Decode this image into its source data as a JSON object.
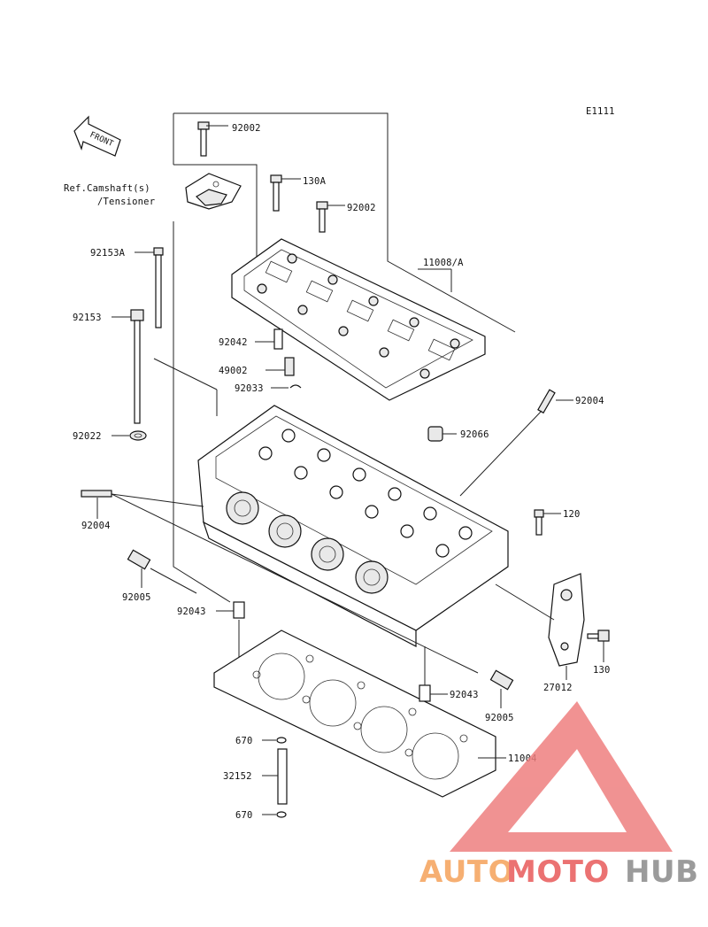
{
  "figure_code": "E1111",
  "front_label": "FRONT",
  "ref_note": {
    "line1": "Ref.Camshaft(s)",
    "line2": "/Tensioner"
  },
  "parts": {
    "p92002_top": "92002",
    "p130A": "130A",
    "p92002_right": "92002",
    "p11008A": "11008/A",
    "p92153A": "92153A",
    "p92153": "92153",
    "p92042": "92042",
    "p49002": "49002",
    "p92033": "92033",
    "p92004_right": "92004",
    "p92066": "92066",
    "p92022": "92022",
    "p92004_left": "92004",
    "p120": "120",
    "p92005_left": "92005",
    "p92043_left": "92043",
    "p130": "130",
    "p27012": "27012",
    "p92043_right": "92043",
    "p92005_right": "92005",
    "p670_top": "670",
    "p11004": "11004",
    "p32152": "32152",
    "p670_bottom": "670"
  },
  "watermark": {
    "part1": "AUTO",
    "part2": "MOTO",
    "part3": "HUB",
    "colors": {
      "orange": "#f5a25a",
      "red": "#e85a5a",
      "gray": "#8a8a8a",
      "triangle": "#ee7f7f"
    }
  }
}
